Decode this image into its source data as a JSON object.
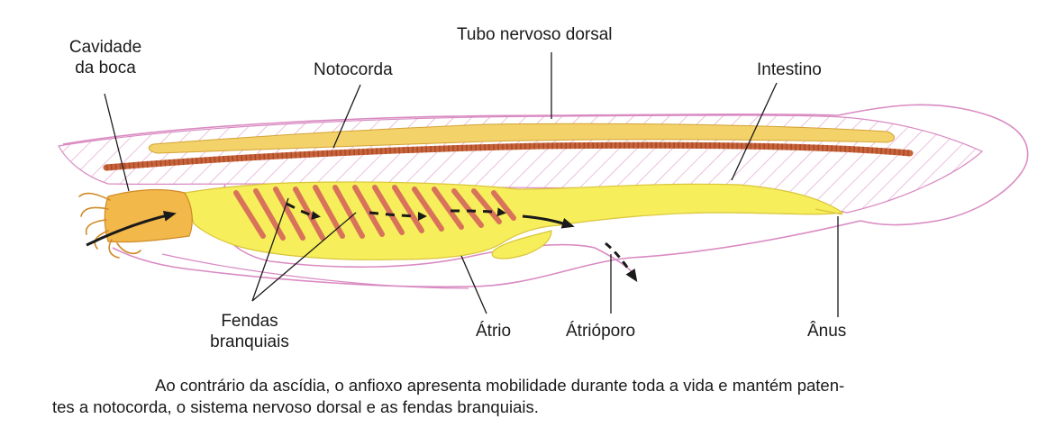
{
  "labels": {
    "cavidade_boca": [
      "Cavidade",
      "da boca"
    ],
    "tubo_nervoso": "Tubo nervoso dorsal",
    "notocorda": "Notocorda",
    "intestino": "Intestino",
    "fendas": [
      "Fendas",
      "branquiais"
    ],
    "atrio": "Átrio",
    "atrioporo": "Átrióporo",
    "anus": "Ânus"
  },
  "caption": {
    "line1": "Ao contrário da ascídia, o anfioxo apresenta mobilidade durante toda a vida e mantém paten-",
    "line2": "tes a notocorda, o sistema nervoso dorsal e as fendas branquiais."
  },
  "colors": {
    "body_outline": "#d98ac2",
    "hatch": "#e2a6cf",
    "notochord": "#c8643c",
    "nerve_cord": "#f3d26a",
    "intestine": "#f7ee5c",
    "mouth": "#f2b84a",
    "gill_bars": "#d8735a",
    "arrow": "#1a1a1a"
  }
}
